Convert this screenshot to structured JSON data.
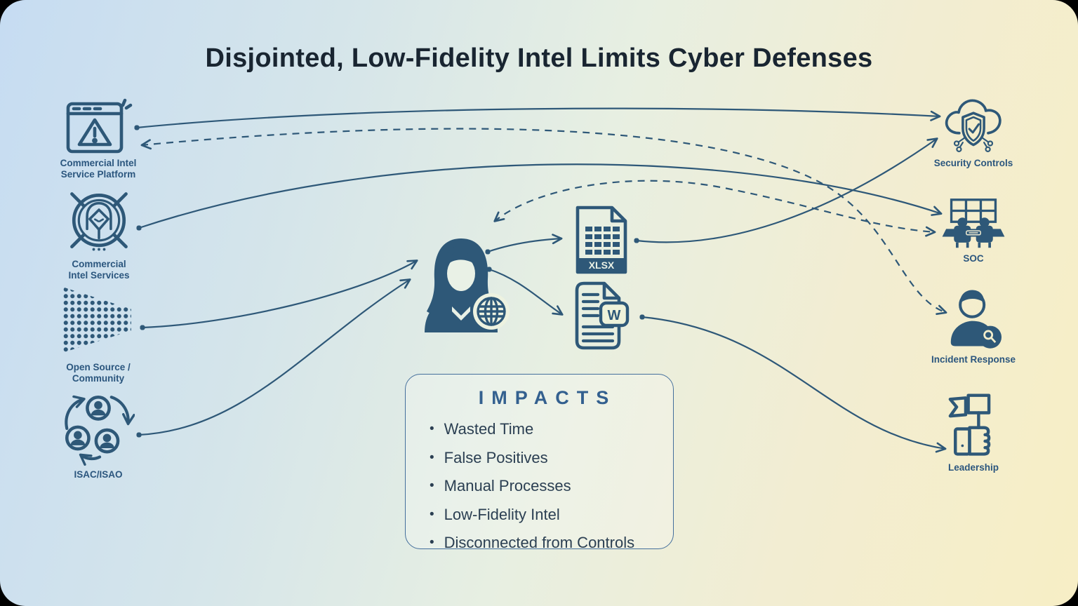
{
  "title": "Disjointed, Low-Fidelity Intel Limits Cyber Defenses",
  "sources": [
    {
      "label": "Commercial Intel Service Platform"
    },
    {
      "label": "Commercial Intel Services"
    },
    {
      "label": "Open Source / Community"
    },
    {
      "label": "ISAC/ISAO"
    }
  ],
  "outputs": {
    "spreadsheet_label": "XLSX",
    "document_badge": "W"
  },
  "impacts": {
    "title": "IMPACTS",
    "items": [
      "Wasted Time",
      "False Positives",
      "Manual Processes",
      "Low-Fidelity Intel",
      "Disconnected from Controls"
    ]
  },
  "destinations": [
    {
      "label": "Security Controls"
    },
    {
      "label": "SOC"
    },
    {
      "label": "Incident Response"
    },
    {
      "label": "Leadership"
    }
  ],
  "colors": {
    "icon": "#2e5878",
    "title_text": "#192531",
    "label_text": "#2b567e",
    "impacts_title": "#33608f",
    "impacts_text": "#2b3f52",
    "background_left": "#c6dcf2",
    "background_right": "#f7eec5"
  }
}
